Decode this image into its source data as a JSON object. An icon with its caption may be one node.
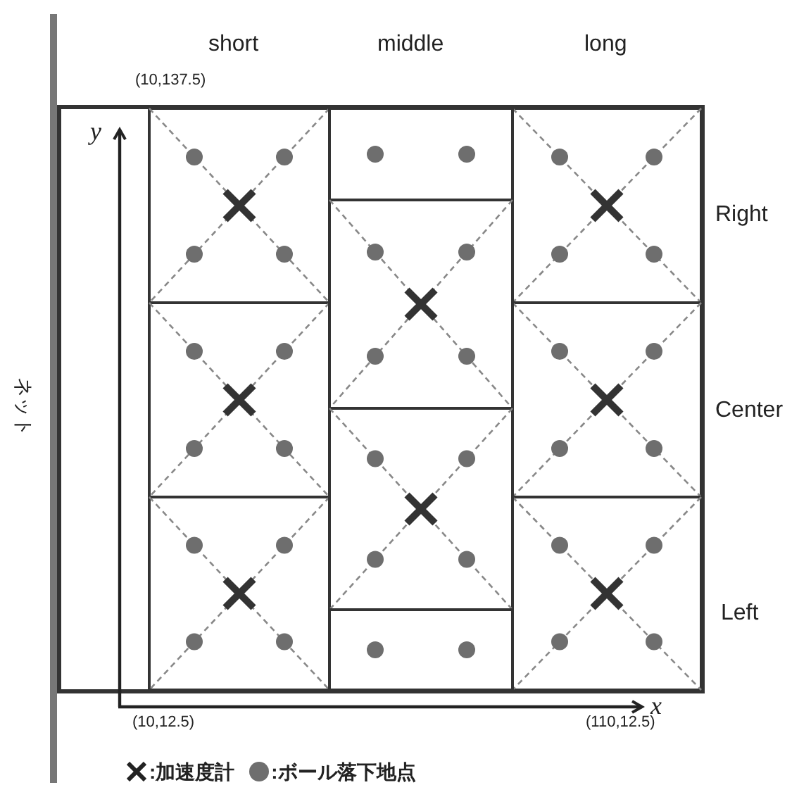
{
  "diagram": {
    "labels": [
      "short",
      "middle",
      "long",
      "(10,137.5)",
      "y",
      "Right",
      "ネット",
      "Center",
      "Left",
      "(10,12.5)",
      "(110,12.5)",
      "x"
    ],
    "legend": [
      {
        "text": ":加速度計"
      },
      {
        "text": ":ボール落下地点",
        "color": "#6e6e6e"
      }
    ]
  }
}
